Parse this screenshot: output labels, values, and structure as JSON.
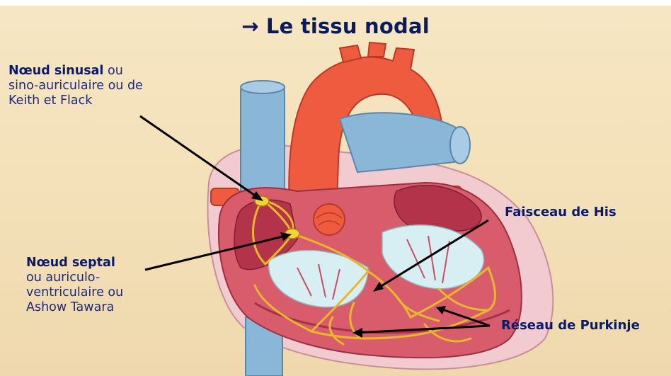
{
  "title": "→ Le tissu nodal",
  "labels": {
    "sinusal": {
      "name": "Nœud sinusal",
      "desc_1": " ou",
      "desc_2": "sino-auriculaire ou de",
      "desc_3": "Keith et Flack"
    },
    "septal": {
      "name": "Nœud septal",
      "desc_1": "ou auriculo-",
      "desc_2": "ventriculaire ou",
      "desc_3": "Ashow Tawara"
    },
    "his": "Faisceau de His",
    "purkinje": "Réseau de Purkinje"
  },
  "colors": {
    "background": "#f3e0b8",
    "label_text": "#0a1a6a",
    "conduction_tissue": "#e8b82c",
    "aorta": "#ee5b3e",
    "vena_cava": "#8ab6d8",
    "myocardium": "#d95c6c",
    "pointer_line": "#000000"
  }
}
